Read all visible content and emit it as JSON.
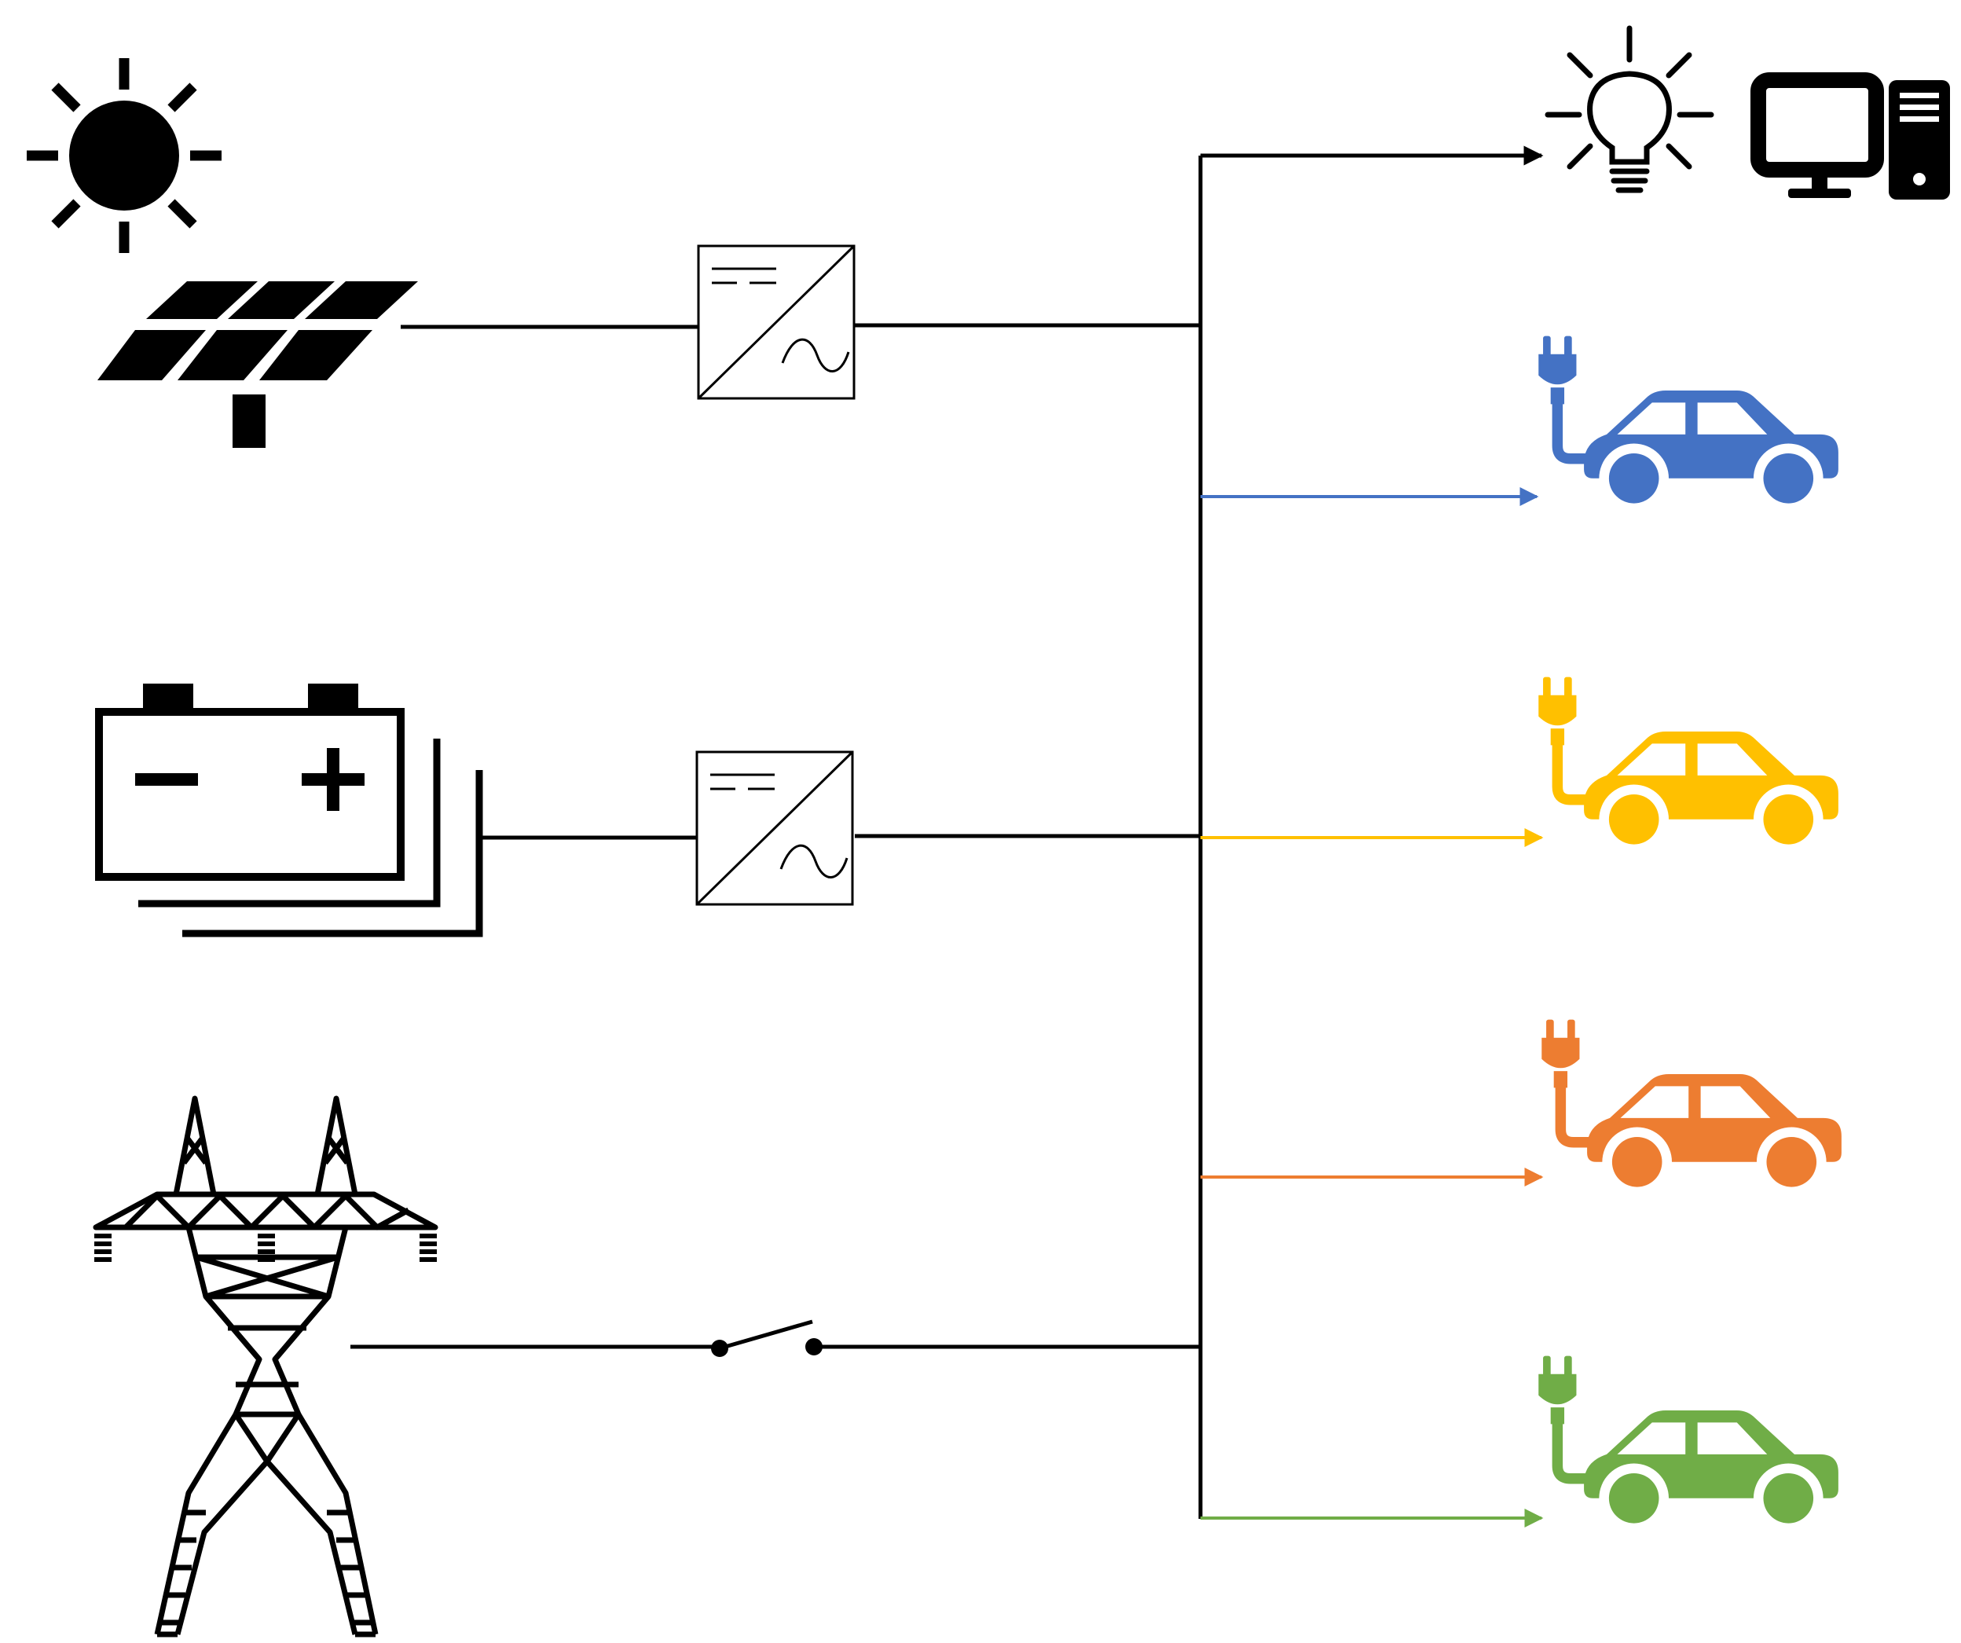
{
  "colors": {
    "line": "#000000",
    "ev_blue": "#4472C4",
    "ev_yellow": "#FFC000",
    "ev_orange": "#ED7D31",
    "ev_green": "#70AD47",
    "background": "#FFFFFF"
  },
  "sources": [
    {
      "id": "pv",
      "icons": [
        "sun-icon",
        "solar-panel-icon"
      ],
      "converter": "dc-ac-inverter-icon"
    },
    {
      "id": "battery",
      "icons": [
        "battery-stack-icon"
      ],
      "converter": "dc-ac-inverter-icon"
    },
    {
      "id": "grid",
      "icons": [
        "transmission-tower-icon"
      ],
      "converter": "open-switch-icon"
    }
  ],
  "loads": [
    {
      "id": "building",
      "icons": [
        "light-bulb-icon",
        "desktop-computer-icon"
      ],
      "arrow_color": "#000000"
    },
    {
      "id": "ev1",
      "icons": [
        "electric-car-icon"
      ],
      "arrow_color": "#4472C4"
    },
    {
      "id": "ev2",
      "icons": [
        "electric-car-icon"
      ],
      "arrow_color": "#FFC000"
    },
    {
      "id": "ev3",
      "icons": [
        "electric-car-icon"
      ],
      "arrow_color": "#ED7D31"
    },
    {
      "id": "ev4",
      "icons": [
        "electric-car-icon"
      ],
      "arrow_color": "#70AD47"
    }
  ]
}
